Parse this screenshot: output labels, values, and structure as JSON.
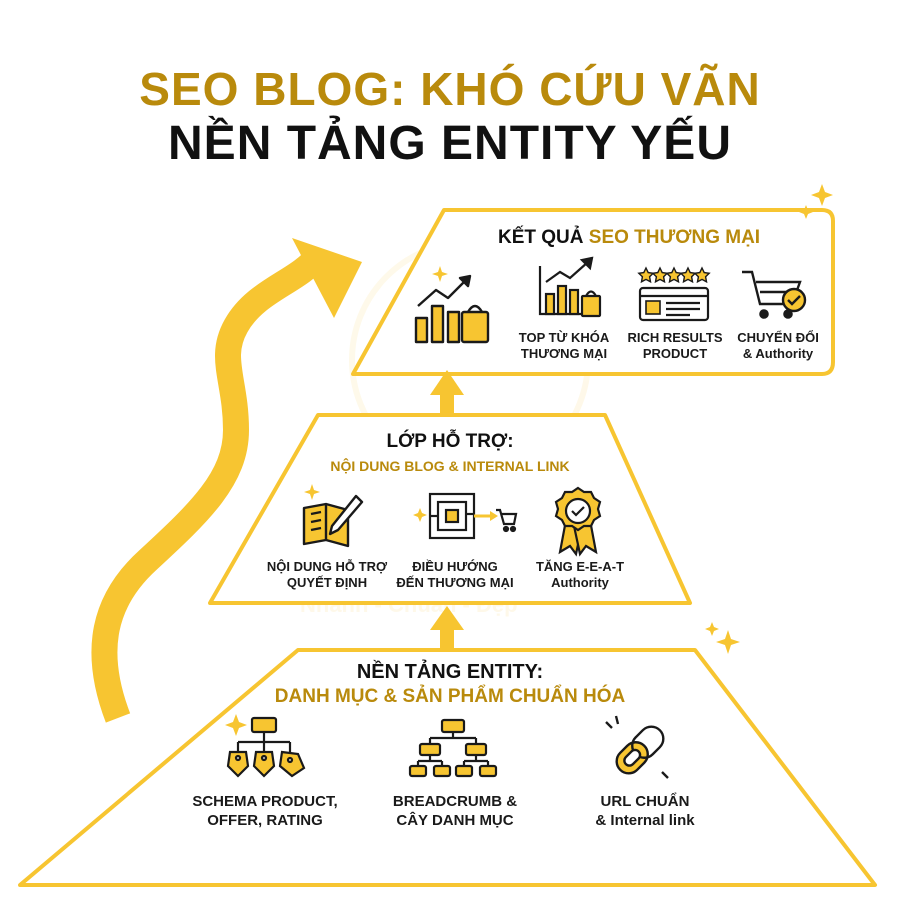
{
  "title": {
    "line1": "SEO BLOG: KHÓ CỨU VÃN",
    "line2": "NỀN TẢNG ENTITY YẾU"
  },
  "colors": {
    "gold": "#b98a0c",
    "accent_yellow": "#f7c531",
    "text": "#1a1a1a"
  },
  "top_tier": {
    "heading_prefix": "KẾT QUẢ",
    "heading_highlight": "SEO THƯƠNG MẠI",
    "main_icon": "growth-chart-shopping-bag-icon",
    "items": [
      {
        "icon": "keyword-growth-icon",
        "line1": "TOP TỪ KHÓA",
        "line2": "THƯƠNG MẠI"
      },
      {
        "icon": "rich-results-rating-icon",
        "line1": "RICH RESULTS",
        "line2": "PRODUCT"
      },
      {
        "icon": "cart-badge-icon",
        "line1": "CHUYỂN ĐỔI",
        "line2": "& Authority"
      }
    ]
  },
  "middle_tier": {
    "heading": "LỚP HỖ TRỢ:",
    "subheading": "NỘI DUNG BLOG & INTERNAL LINK",
    "items": [
      {
        "icon": "book-pen-icon",
        "line1": "NỘI DUNG HỖ TRỢ",
        "line2": "QUYẾT ĐỊNH"
      },
      {
        "icon": "maze-cart-icon",
        "line1": "ĐIỀU HƯỚNG",
        "line2": "ĐẾN THƯƠNG MẠI"
      },
      {
        "icon": "award-badge-icon",
        "line1": "TĂNG E-E-A-T",
        "line2": "Authority"
      }
    ]
  },
  "bottom_tier": {
    "heading": "NỀN TẢNG ENTITY:",
    "subheading": "DANH MỤC & SẢN PHẨM CHUẨN HÓA",
    "items": [
      {
        "icon": "schema-tags-icon",
        "line1": "SCHEMA PRODUCT,",
        "line2": "OFFER, RATING"
      },
      {
        "icon": "breadcrumb-tree-icon",
        "line1": "BREADCRUMB &",
        "line2": "CÂY DANH MỤC"
      },
      {
        "icon": "chain-link-icon",
        "line1": "URL CHUẨN",
        "line2": "& Internal link"
      }
    ]
  },
  "watermark": {
    "tagline": "Nhanh - Chuẩn - Đẹp"
  }
}
